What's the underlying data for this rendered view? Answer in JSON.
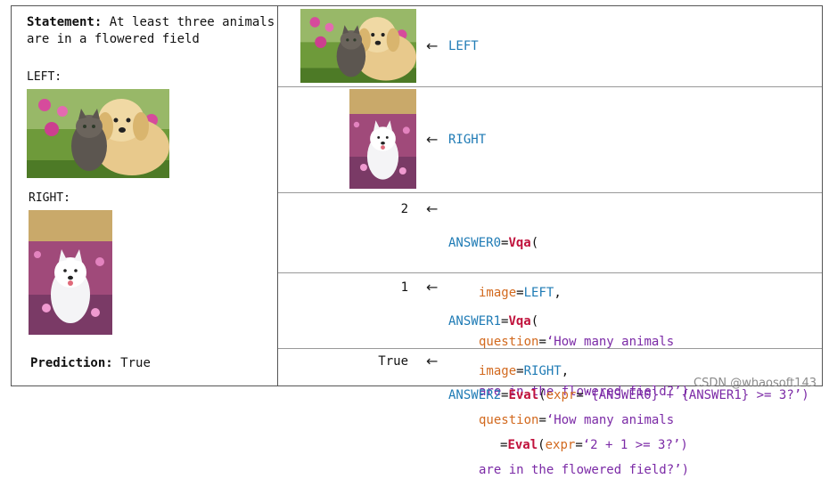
{
  "statement": {
    "label": "Statement:",
    "text": "At least three animals are in a flowered field"
  },
  "left_label": "LEFT:",
  "right_label": "RIGHT:",
  "prediction": {
    "label": "Prediction:",
    "value": "True"
  },
  "steps": [
    {
      "value": "",
      "ref": "LEFT"
    },
    {
      "value": "",
      "ref": "RIGHT"
    },
    {
      "value": "2",
      "var": "ANSWER0",
      "func": "Vqa",
      "image_arg": "LEFT",
      "q1": "‘How many animals",
      "q2": "are in the flowered field?’)"
    },
    {
      "value": "1",
      "var": "ANSWER1",
      "func": "Vqa",
      "image_arg": "RIGHT",
      "q1": "‘How many animals",
      "q2": "are in the flowered field?’)"
    },
    {
      "value": "True",
      "var": "ANSWER2",
      "func": "Eval",
      "expr1": "‘{ANSWER0} + {ANSWER1} >= 3?’)",
      "expr2": "‘2 + 1 >= 3?’)"
    }
  ],
  "keywords": {
    "image": "image",
    "question": "question",
    "expr": "expr",
    "arrow": "←",
    "open": "(",
    "eq": "="
  },
  "watermark": "CSDN @whaosoft143",
  "icons": [
    "arrow-left-icon"
  ]
}
